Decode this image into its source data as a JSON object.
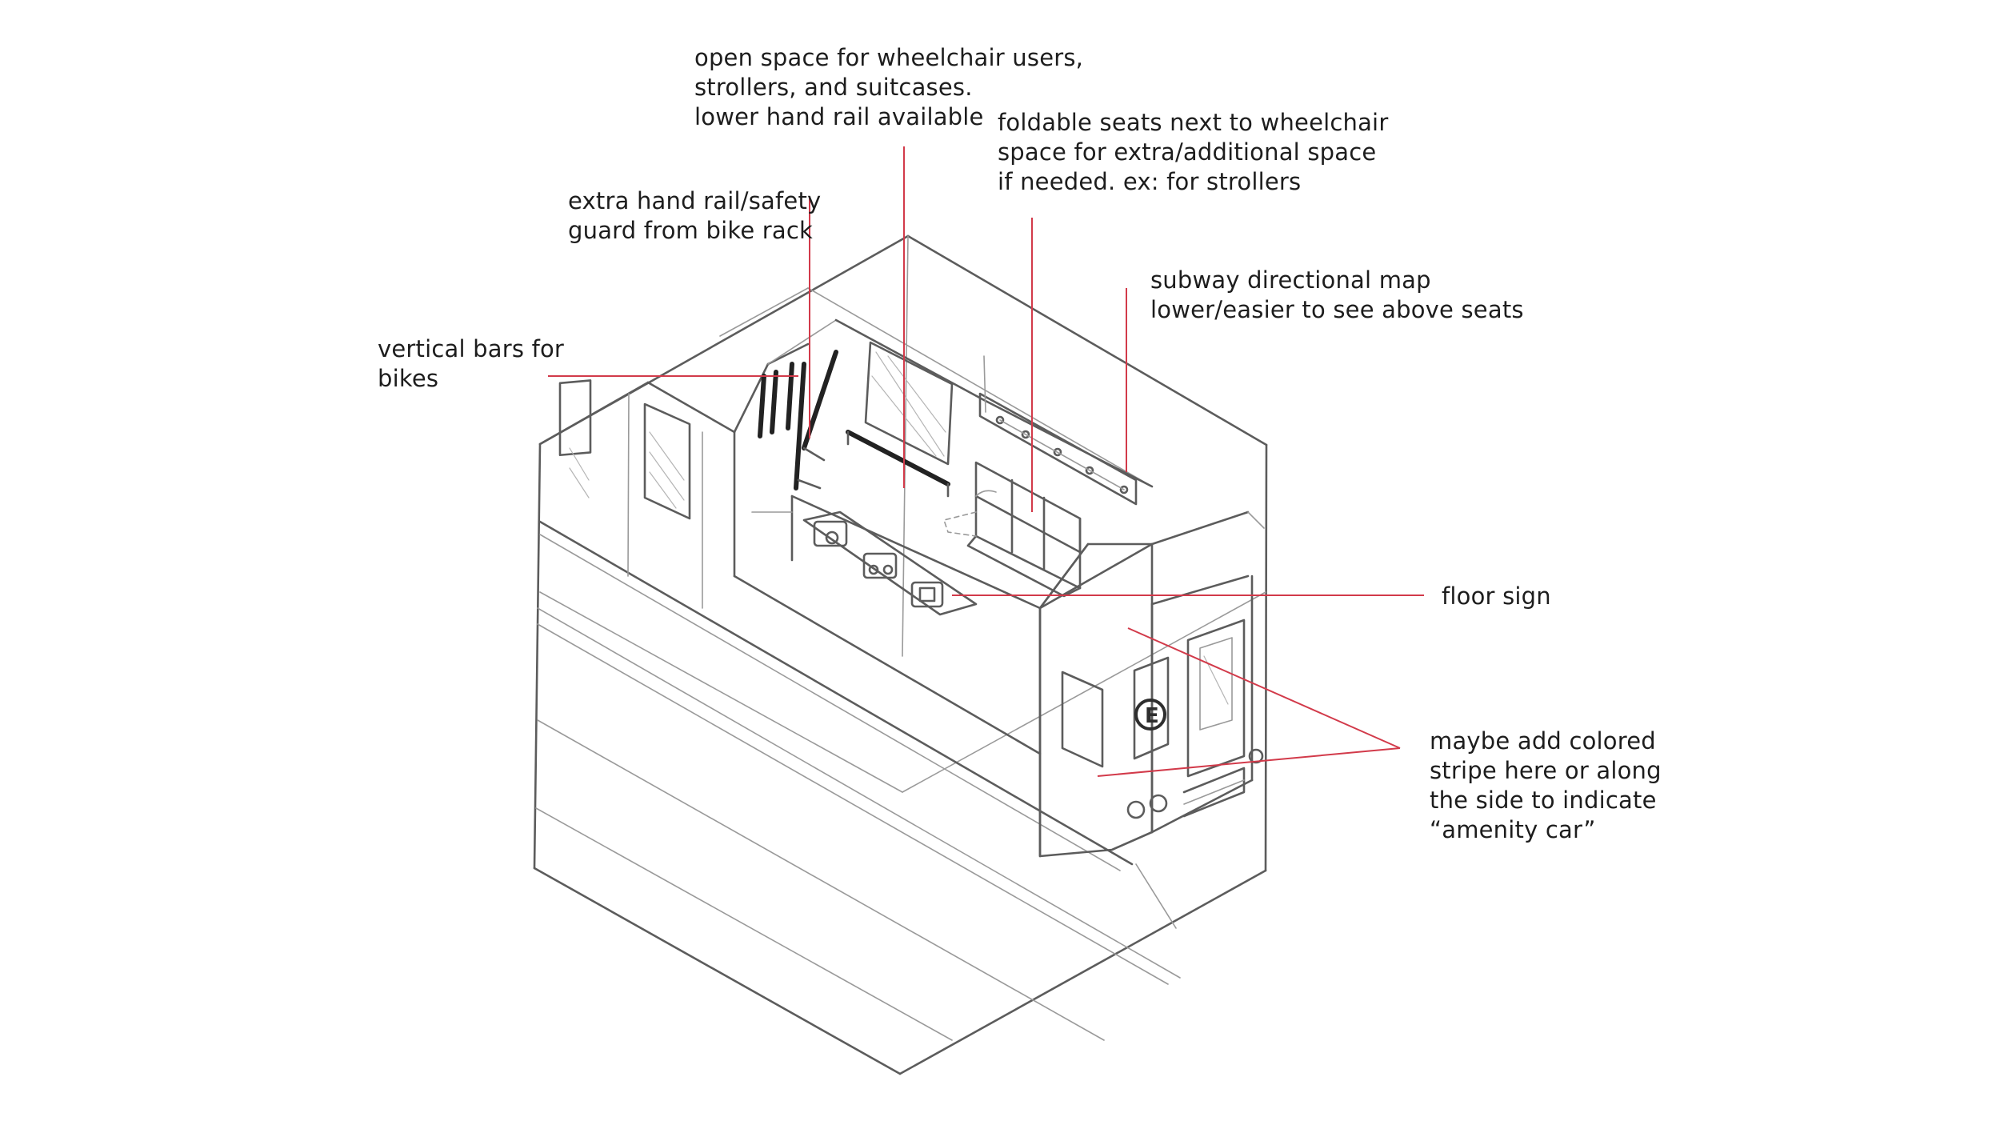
{
  "annotations": {
    "open_space": "open space for wheelchair users,\nstrollers, and suitcases.\nlower hand rail available",
    "foldable_seats": "foldable seats next to wheelchair\nspace for extra/additional space\nif needed. ex: for strollers",
    "extra_hand_rail": "extra hand rail/safety\nguard from bike rack",
    "subway_map": "subway directional map\nlower/easier to see above seats",
    "vertical_bars": "vertical bars for\nbikes",
    "floor_sign": "floor sign",
    "colored_stripe": "maybe add colored\nstripe here or along\nthe side to indicate\n“amenity car”"
  },
  "train_route_letter": "E",
  "floor_sign_icons": [
    "wheelchair-icon",
    "bicycle-icon",
    "suitcase-icon"
  ],
  "colors": {
    "leader_line": "#d23a4a",
    "sketch_line": "#4a4a4a",
    "background": "#ffffff"
  }
}
